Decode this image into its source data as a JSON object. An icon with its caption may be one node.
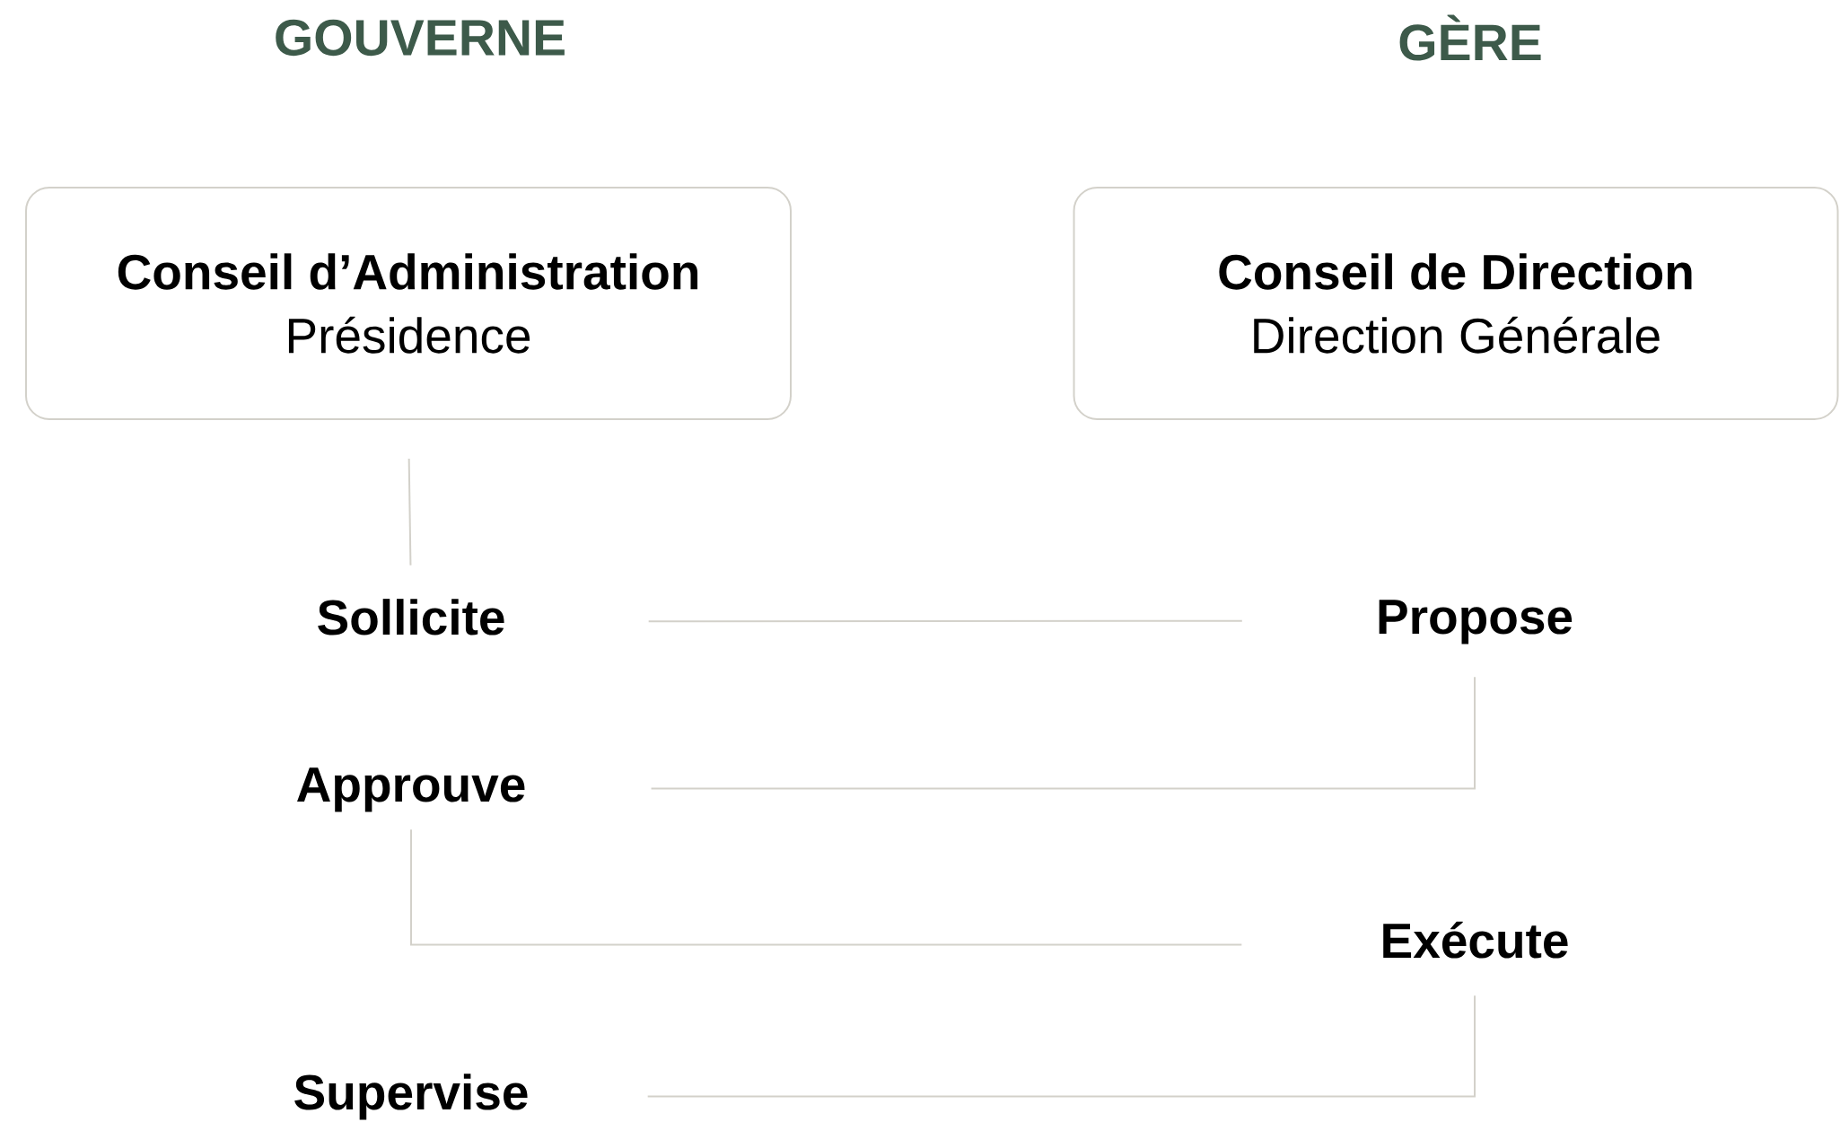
{
  "diagram": {
    "nodes": [
      {
        "text": [
          "Conseil d’Administration",
          "Présidence"
        ]
      },
      {
        "text": [
          "Conseil de Direction",
          "Direction Générale"
        ]
      },
      {
        "text": [
          "Sollicite"
        ]
      },
      {
        "text": [
          "Propose"
        ]
      },
      {
        "text": [
          "Approuve"
        ]
      },
      {
        "text": [
          "Exécute"
        ]
      },
      {
        "text": [
          "Supervise"
        ]
      }
    ],
    "edges": [
      {
        "from": 0,
        "to": 2,
        "arrow": "none"
      },
      {
        "from": 2,
        "to": 3,
        "arrow": "none"
      },
      {
        "from": 3,
        "to": 4,
        "arrow": "none"
      },
      {
        "from": 4,
        "to": 5,
        "arrow": "none"
      },
      {
        "from": 5,
        "to": 6,
        "arrow": "none"
      }
    ],
    "labels": [
      "GOUVERNE",
      "GÈRE"
    ]
  }
}
